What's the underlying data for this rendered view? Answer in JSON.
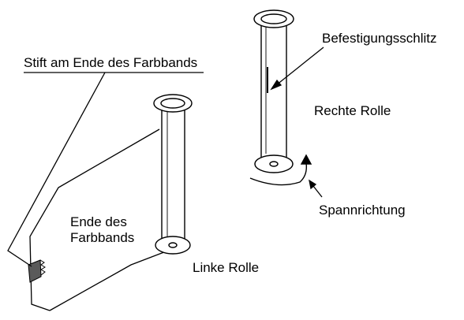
{
  "labels": {
    "top_clip": "",
    "befestigungsschlitz": "Befestigungsschlitz",
    "stift": "Stift am Ende des Farbbands",
    "rechte_rolle": "Rechte Rolle",
    "ende_line1": "Ende des",
    "ende_line2": "Farbbands",
    "linke_rolle": "Linke Rolle",
    "spannrichtung": "Spannrichtung"
  },
  "colors": {
    "line": "#000000",
    "tab_fill": "#5a5a5a"
  }
}
